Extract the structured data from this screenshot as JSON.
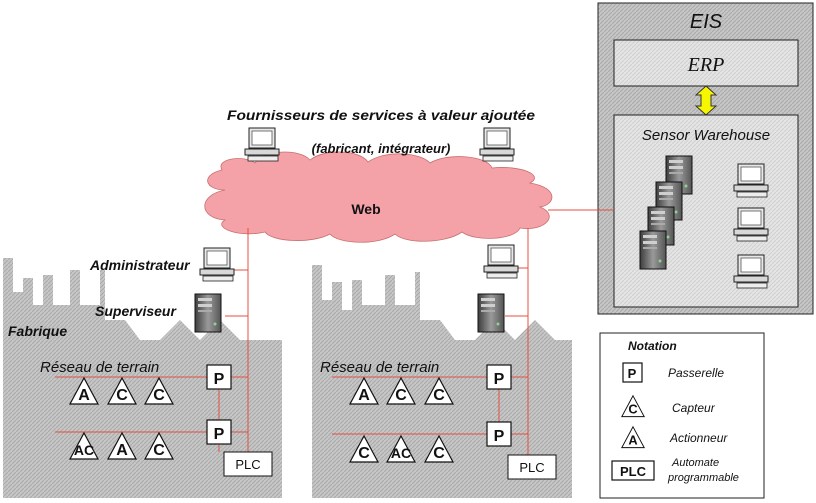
{
  "eis": {
    "title": "EIS",
    "erp_label": "ERP",
    "warehouse_label": "Sensor Warehouse"
  },
  "providers": {
    "line1": "Fournisseurs de services à valeur ajoutée",
    "line2": "(fabricant, intégrateur)"
  },
  "cloud": {
    "label": "Web"
  },
  "factory": {
    "label": "Fabrique",
    "admin_label": "Administrateur",
    "supervisor_label": "Superviseur",
    "network_label": "Réseau de terrain",
    "gateway_glyph": "P",
    "plc_label": "PLC",
    "left_row1": [
      "A",
      "C",
      "C"
    ],
    "left_row2": [
      "AC",
      "A",
      "C"
    ],
    "right_row1": [
      "A",
      "C",
      "C"
    ],
    "right_row2": [
      "C",
      "AC",
      "C"
    ]
  },
  "notation": {
    "title": "Notation",
    "items": [
      {
        "symbol": "P",
        "label": "Passerelle"
      },
      {
        "symbol": "C",
        "label": "Capteur"
      },
      {
        "symbol": "A",
        "label": "Actionneur"
      },
      {
        "symbol": "PLC",
        "label": "Automate programmable"
      }
    ]
  },
  "colors": {
    "cloud_fill": "#f4a2a8",
    "link_red": "#e05040",
    "panel_gray": "#c8c8c8",
    "arrow_yellow": "#f6f600"
  }
}
